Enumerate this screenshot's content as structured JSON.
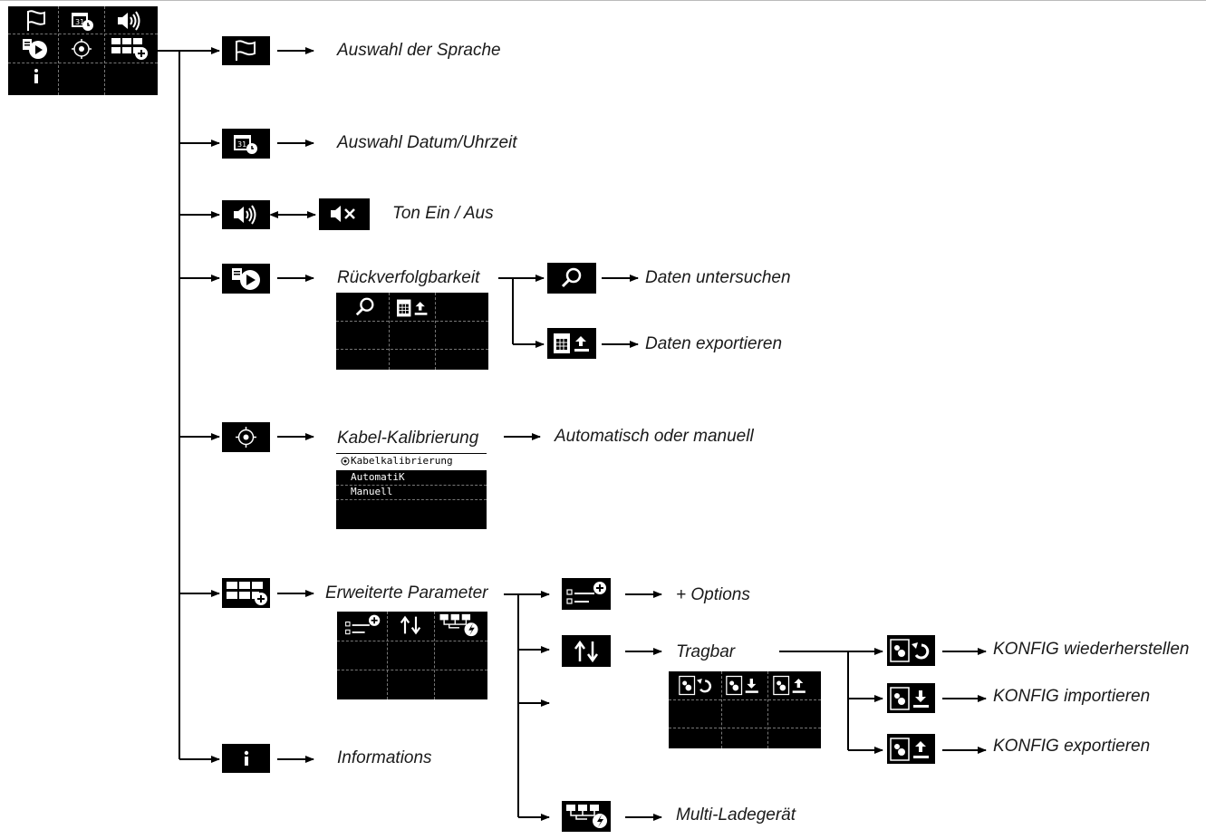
{
  "labels": {
    "sprache": "Auswahl der Sprache",
    "datum": "Auswahl Datum/Uhrzeit",
    "ton": "Ton Ein / Aus",
    "rueck": "Rückverfolgbarkeit",
    "daten_unters": "Daten untersuchen",
    "daten_export": "Daten exportieren",
    "kabel": "Kabel-Kalibrierung",
    "auto_manuell": "Automatisch oder manuell",
    "erweitert": "Erweiterte Parameter",
    "options": "+ Options",
    "tragbar": "Tragbar",
    "konfig_wieder": "KONFIG wiederherstellen",
    "konfig_import": "KONFIG importieren",
    "konfig_export": "KONFIG exportieren",
    "multi": "Multi-Ladegerät",
    "info": "Informations"
  },
  "calibration_screen": {
    "title": "Kabelkalibrierung",
    "items": [
      "AutomatiK",
      "Manuell"
    ]
  },
  "icons": {
    "main_menu": [
      "flag-icon",
      "calendar-clock-icon",
      "speaker-icon",
      "traceability-icon",
      "target-icon",
      "grid-plus-icon",
      "info-icon"
    ],
    "traceability_menu": [
      "search-icon",
      "export-file-icon"
    ],
    "advanced_menu": [
      "options-plus-icon",
      "updown-arrows-icon",
      "multi-charger-icon"
    ],
    "tragbar_menu": [
      "konfig-restore-icon",
      "konfig-import-icon",
      "konfig-export-icon"
    ]
  }
}
